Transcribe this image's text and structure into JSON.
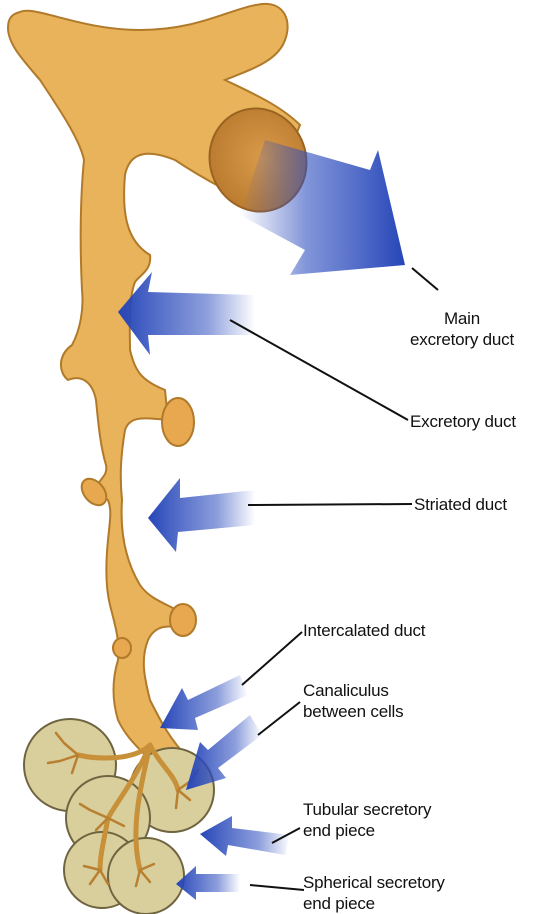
{
  "labels": {
    "main_excretory_duct": {
      "line1": "Main",
      "line2": "excretory duct"
    },
    "excretory_duct": "Excretory duct",
    "striated_duct": "Striated duct",
    "intercalated_duct": "Intercalated duct",
    "canaliculus": {
      "line1": "Canaliculus",
      "line2": "between cells"
    },
    "tubular_end_piece": {
      "line1": "Tubular secretory",
      "line2": "end piece"
    },
    "spherical_end_piece": {
      "line1": "Spherical secretory",
      "line2": "end piece"
    }
  },
  "colors": {
    "duct_fill": "#e8b35a",
    "duct_outline": "#b07a2a",
    "acinus_fill": "#d9cf9c",
    "acinus_outline": "#6e6440",
    "arrow_blue": "#2f4fbf",
    "leader_line": "#111111"
  }
}
